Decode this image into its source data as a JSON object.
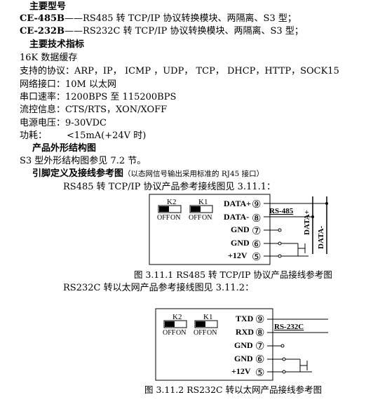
{
  "sections": {
    "main_models_heading": "主要型号",
    "tech_heading": "主要技术指标",
    "outline_heading": "产品外形结构图",
    "pin_heading": "引脚定义及接线参考图",
    "pin_heading_note": "（以态网信号输出采用标准的 RJ45 接口）"
  },
  "models": [
    {
      "code": "CE-485B",
      "dash": "——",
      "desc": "RS485 转 TCP/IP 协议转换模块、两隔离、S3 型；"
    },
    {
      "code": "CE-232B",
      "dash": "——",
      "desc": "RS232C 转 TCP/IP 协议转换模块、两隔离、S3 型；"
    }
  ],
  "specs": {
    "buffer": "16K 数据缓存",
    "protocols": "支持的协议：ARP，IP， ICMP ，UDP， TCP， DHCP，HTTP，SOCK15",
    "network": "网络接口：10M 以太网",
    "baud": "串口速率：1200BPS 至 115200BPS",
    "flow": "流控信息：CTS/RTS，XON/XOFF",
    "power_label": "电源电压：",
    "power_value": "9-30VDC",
    "consumption_label": "功耗：",
    "consumption_value": "<15mA(+24V 时)"
  },
  "outline_text": "S3 型外形结构图参见 7.2 节。",
  "fig1": {
    "intro": "RS485 转 TCP/IP 协议产品参考接线图见 3.11.1：",
    "caption": "图 3.11.1   RS485 转 TCP/IP 协议产品接线参考图",
    "switch_labels": [
      "K2",
      "K1"
    ],
    "off_label": "OFF",
    "on_label": "ON",
    "pins": [
      {
        "name": "DATA+",
        "num": "⑨"
      },
      {
        "name": "DATA-",
        "num": "⑧"
      },
      {
        "name": "GND",
        "num": "⑦"
      },
      {
        "name": "GND",
        "num": "⑥"
      },
      {
        "name": "+12V",
        "num": "⑤"
      }
    ],
    "bus_label": "RS-485",
    "vertical_labels": [
      "DATA+",
      "DATA-"
    ]
  },
  "fig2": {
    "intro": "RS232C 转以太网产品参考接线图见 3.11.2：",
    "caption": "图 3.11.2   RS232C 转以太网产品接线参考图",
    "switch_labels": [
      "K2",
      "K1"
    ],
    "off_label": "OFF",
    "on_label": "ON",
    "pins": [
      {
        "name": "TXD",
        "num": "⑨"
      },
      {
        "name": "RXD",
        "num": "⑧"
      },
      {
        "name": "GND",
        "num": "⑦"
      },
      {
        "name": "GND",
        "num": "⑥"
      },
      {
        "name": "+12V",
        "num": "⑤"
      }
    ],
    "bus_label": "RS-232C"
  }
}
